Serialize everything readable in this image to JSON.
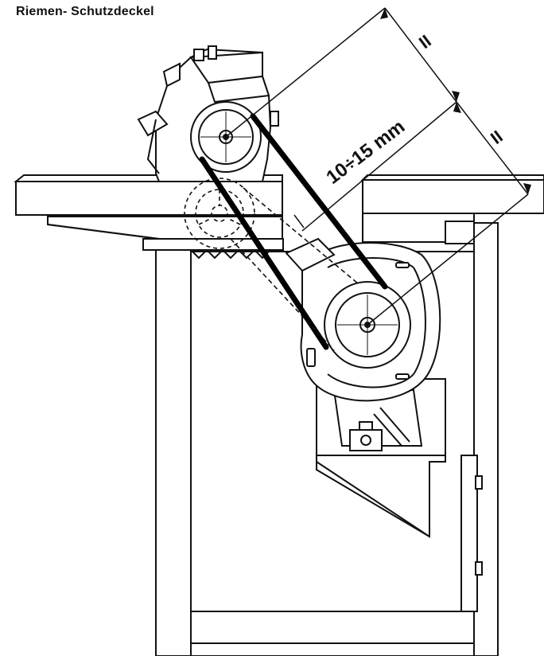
{
  "caption": "Riemen- Schutzdeckel",
  "dimension_main": "10÷15 mm",
  "parallel_mark_1": "II",
  "parallel_mark_2": "II",
  "colors": {
    "ink": "#111111",
    "paper": "#ffffff",
    "belt": "#000000"
  }
}
